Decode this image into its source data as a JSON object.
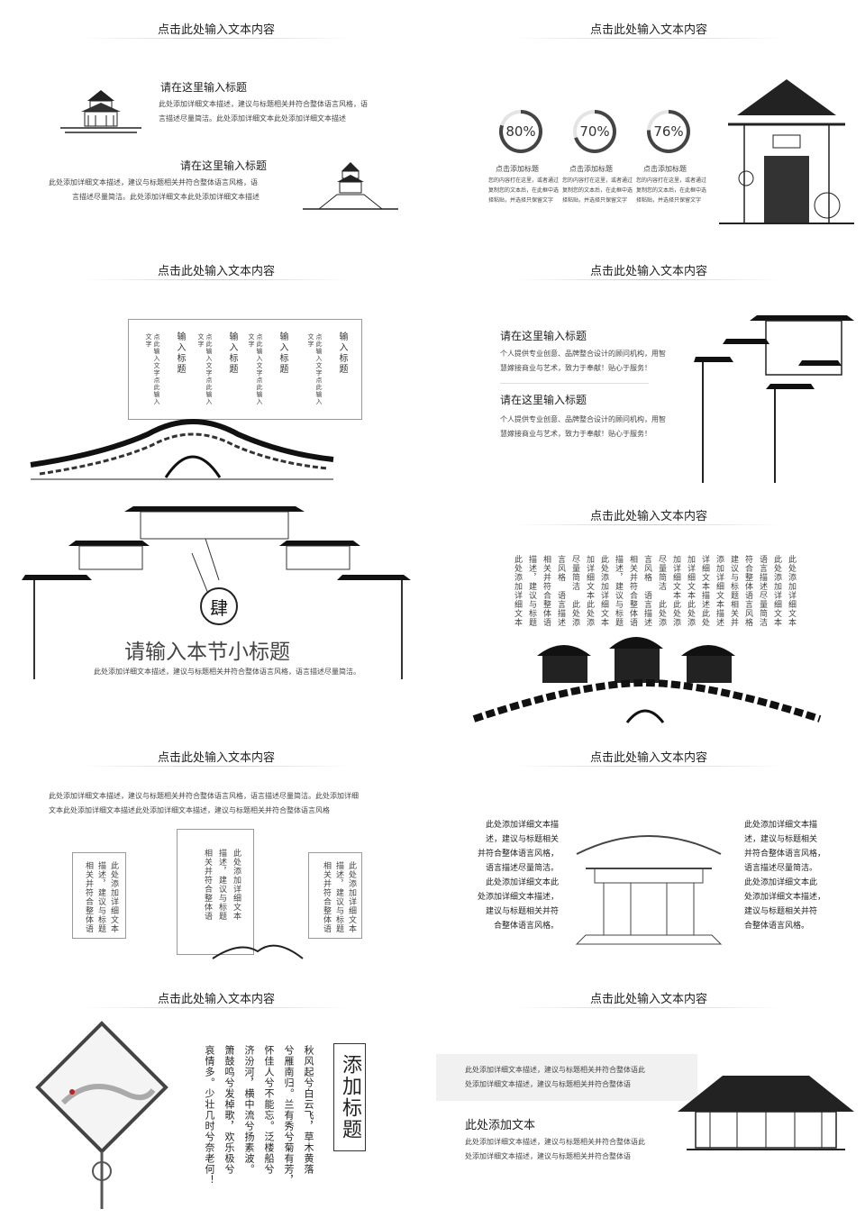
{
  "common": {
    "slide_title": "点击此处输入文本内容"
  },
  "s1": {
    "h1": "请在这里输入标题",
    "p1a": "此处添加详细文本描述，建议与标题相关并符合整体语言风格，语",
    "p1b": "言描述尽量简洁。此处添加详细文本此处添加详细文本描述",
    "h2": "请在这里输入标题",
    "p2a": "此处添加详细文本描述，建议与标题相关并符合整体语言风格，语",
    "p2b": "言描述尽量简洁。此处添加详细文本此处添加详细文本描述"
  },
  "s2": {
    "stats": [
      {
        "value": "80%",
        "fraction": 0.8,
        "label": "点击添加标题",
        "desc1": "您的内容打在这里，或者通过",
        "desc2": "复制您的文本后，在此框中选",
        "desc3": "择粘贴，并选择只保留文字"
      },
      {
        "value": "70%",
        "fraction": 0.7,
        "label": "点击添加标题",
        "desc1": "您的内容打在这里，或者通过",
        "desc2": "复制您的文本后，在此框中选",
        "desc3": "择粘贴，并选择只保留文字"
      },
      {
        "value": "76%",
        "fraction": 0.76,
        "label": "点击添加标题",
        "desc1": "您的内容打在这里，或者通过",
        "desc2": "复制您的文本后，在此框中选",
        "desc3": "择粘贴，并选择只保留文字"
      }
    ]
  },
  "s3": {
    "cols": [
      {
        "small": "点此输入文字点此输入文字",
        "big": "输入标题"
      },
      {
        "small": "点此输入文字点此输入文字",
        "big": "输入标题"
      },
      {
        "small": "点此输入文字点此输入文字",
        "big": "输入标题"
      },
      {
        "small": "点此输入文字点此输入文字",
        "big": "输入标题"
      }
    ]
  },
  "s4": {
    "h1": "请在这里输入标题",
    "p1a": "个人提供专业创意、品牌整合设计的顾问机构，用智",
    "p1b": "慧嫁接商业与艺术，致力于奉献！贴心于服务！",
    "h2": "请在这里输入标题",
    "p2a": "个人提供专业创意、品牌整合设计的顾问机构，用智",
    "p2b": "慧嫁接商业与艺术，致力于奉献！贴心于服务！"
  },
  "s5": {
    "badge": "肆",
    "subtitle": "请输入本节小标题",
    "desc": "此处添加详细文本描述，建议与标题相关并符合整体语言风格，语言描述尽量简洁。"
  },
  "s6": {
    "cols": [
      "此处添加详细文本",
      "此处添加详细文本",
      "语言描述尽量简洁",
      "符合整体语言风格",
      "建议与标题相关并",
      "添加详细文本描述",
      "详细文本描述此处",
      "加详细文本此处添",
      "加详细文本此处添",
      "尽量简洁　此处添",
      "言风格　语言描述",
      "相关并符合整体语",
      "描述，建议与标题",
      "此处添加详细文本",
      "加详细文本此处添",
      "尽量简洁　此处添",
      "言风格　语言描述",
      "相关并符合整体语",
      "描述，建议与标题",
      "此处添加详细文本"
    ]
  },
  "s7": {
    "pa": "此处添加详细文本描述，建议与标题相关并符合整体语言风格，语言描述尽量简洁。此处添加详细",
    "pb": "文本此处添加详细文本描述此处添加详细文本描述，建议与标题相关并符合整体语言风格",
    "box1": [
      "此处添加详细文本",
      "描述，建议与标题",
      "相关并符合整体语"
    ],
    "box2": [
      "此处添加详细文本",
      "描述，建议与标题",
      "相关并符合整体语"
    ],
    "box3": [
      "此处添加详细文本",
      "描述，建议与标题",
      "相关并符合整体语"
    ]
  },
  "s8": {
    "left": [
      "此处添加详细文本描",
      "述，建议与标题相关",
      "并符合整体语言风格，",
      "语言描述尽量简洁。",
      "此处添加详细文本此",
      "处添加详细文本描述，",
      "建议与标题相关并符",
      "合整体语言风格。"
    ],
    "right": [
      "此处添加详细文本描",
      "述，建议与标题相关",
      "并符合整体语言风格，",
      "语言描述尽量简洁。",
      "此处添加详细文本此",
      "处添加详细文本描述，",
      "建议与标题相关并符",
      "合整体语言风格。"
    ]
  },
  "s9": {
    "title": "添加标题",
    "poem": [
      "秋风起兮白云飞，草木黄落",
      "兮雁南归。兰有秀兮菊有芳，",
      "怀佳人兮不能忘。泛楼船兮",
      "济汾河，横中流兮扬素波。",
      "箫鼓鸣兮发棹歌，欢乐极兮",
      "哀情多。少壮几时兮奈老何！"
    ]
  },
  "s10": {
    "banner_a": "此处添加详细文本描述，建议与标题相关并符合整体语此",
    "banner_b": "处添加详细文本描述，建议与标题相关并符合整体语",
    "heading": "此处添加文本",
    "pa": "此处添加详细文本描述，建议与标题相关并符合整体语此",
    "pb": "处添加详细文本描述，建议与标题相关并符合整体语"
  }
}
